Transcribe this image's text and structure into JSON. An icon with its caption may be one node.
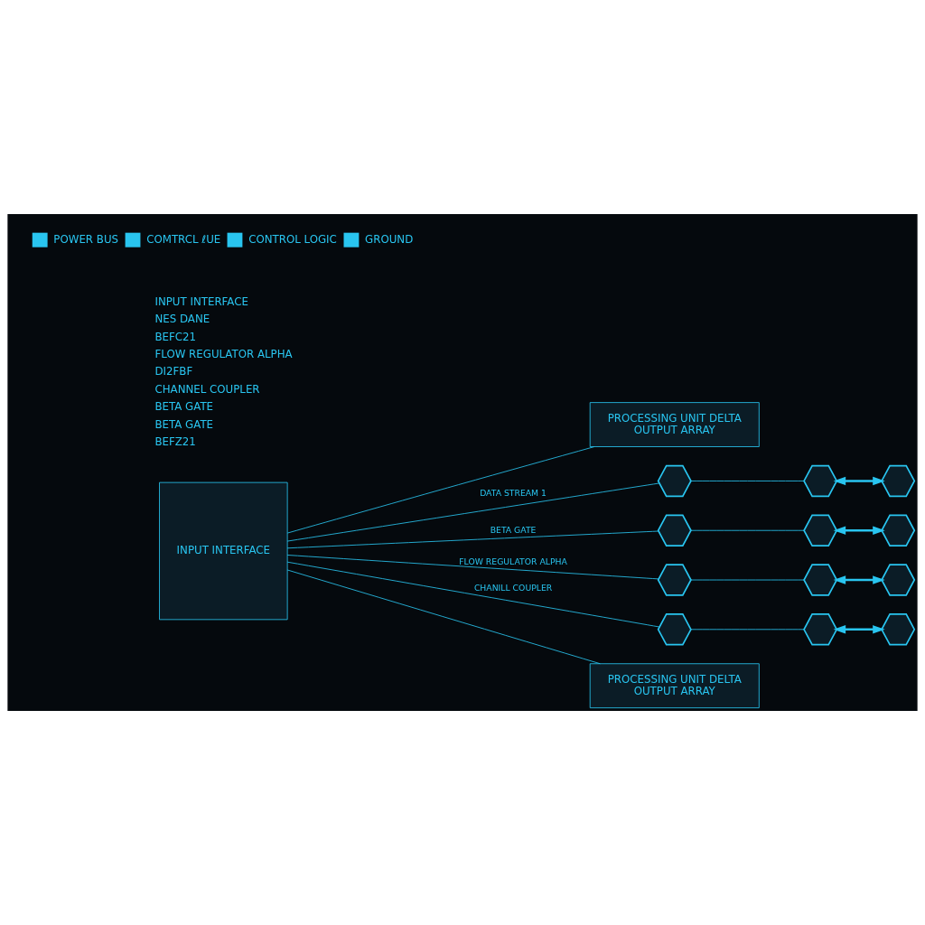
{
  "diagram": {
    "nodes": [
      {
        "text": [
          "INPUT INTERFACE"
        ]
      },
      {
        "text": [
          "PROCESSING UNIT DELTA",
          "OUTPUT ARRAY"
        ]
      },
      {
        "text": [],
        "shape": "hexagon"
      },
      {
        "text": [],
        "shape": "hexagon"
      },
      {
        "text": [],
        "shape": "hexagon"
      },
      {
        "text": [],
        "shape": "hexagon"
      },
      {
        "text": [],
        "shape": "hexagon"
      },
      {
        "text": [],
        "shape": "hexagon"
      },
      {
        "text": [],
        "shape": "hexagon"
      },
      {
        "text": [],
        "shape": "hexagon"
      },
      {
        "text": [],
        "shape": "hexagon"
      },
      {
        "text": [],
        "shape": "hexagon"
      },
      {
        "text": [],
        "shape": "hexagon"
      },
      {
        "text": [],
        "shape": "hexagon"
      },
      {
        "text": [
          "PROCESSING UNIT DELTA",
          "OUTPUT ARRAY"
        ]
      }
    ],
    "edges": [
      {
        "from": 0,
        "to": 1,
        "arrow": "none"
      },
      {
        "from": 0,
        "to": 2,
        "arrow": "none",
        "label": "DATA STREAM 1"
      },
      {
        "from": 2,
        "to": 3,
        "arrow": "none"
      },
      {
        "from": 3,
        "to": 4,
        "arrow": "both",
        "style": "thick"
      },
      {
        "from": 0,
        "to": 5,
        "arrow": "none",
        "label": "BETA GATE"
      },
      {
        "from": 5,
        "to": 6,
        "arrow": "none"
      },
      {
        "from": 6,
        "to": 7,
        "arrow": "both",
        "style": "thick"
      },
      {
        "from": 0,
        "to": 8,
        "arrow": "none",
        "label": "FLOW REGULATOR ALPHA"
      },
      {
        "from": 8,
        "to": 9,
        "arrow": "none"
      },
      {
        "from": 9,
        "to": 10,
        "arrow": "both",
        "style": "thick"
      },
      {
        "from": 0,
        "to": 11,
        "arrow": "none",
        "label": "CHANILL COUPLER"
      },
      {
        "from": 11,
        "to": 12,
        "arrow": "none"
      },
      {
        "from": 12,
        "to": 13,
        "arrow": "both",
        "style": "thick"
      },
      {
        "from": 0,
        "to": 14,
        "arrow": "none"
      }
    ],
    "labels": [
      "INPUT INTERFACE",
      "NES DANE",
      "BEFC21",
      "FLOW REGULATOR ALPHA",
      "DI2FBF",
      "CHANNEL COUPLER",
      "BETA GATE",
      "BETA GATE",
      "BEFZ21"
    ],
    "legend": [
      {
        "text": "POWER BUS",
        "color": "#29c5f0"
      },
      {
        "text": "COMTRCL ℓUE",
        "color": "#29c5f0"
      },
      {
        "text": "CONTROL LOGIC",
        "color": "#29c5f0"
      },
      {
        "text": "GROUND",
        "color": "#29c5f0"
      }
    ]
  }
}
